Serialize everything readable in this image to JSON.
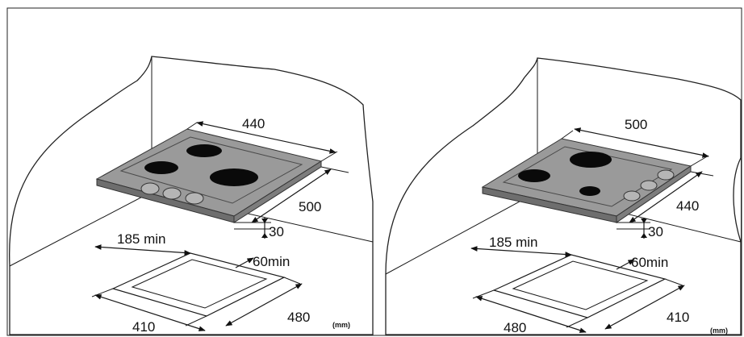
{
  "diagrams": [
    {
      "name": "three-burner-left-knobs",
      "labels": {
        "width": "440",
        "depth": "500",
        "height": "30",
        "rear_clearance": "185 min",
        "front_clearance": "60min",
        "cutout_width": "410",
        "cutout_depth": "480",
        "unit": "(mm)"
      }
    },
    {
      "name": "three-burner-right-knobs",
      "labels": {
        "width": "500",
        "depth": "440",
        "height": "30",
        "rear_clearance": "185 min",
        "front_clearance": "60min",
        "cutout_width": "480",
        "cutout_depth": "410",
        "unit": "(mm)"
      }
    }
  ],
  "colors": {
    "plate": "#9a9a9a",
    "plate_edge": "#6e6e6e",
    "burner": "#0a0a0a",
    "knob": "#b5b5b5"
  }
}
